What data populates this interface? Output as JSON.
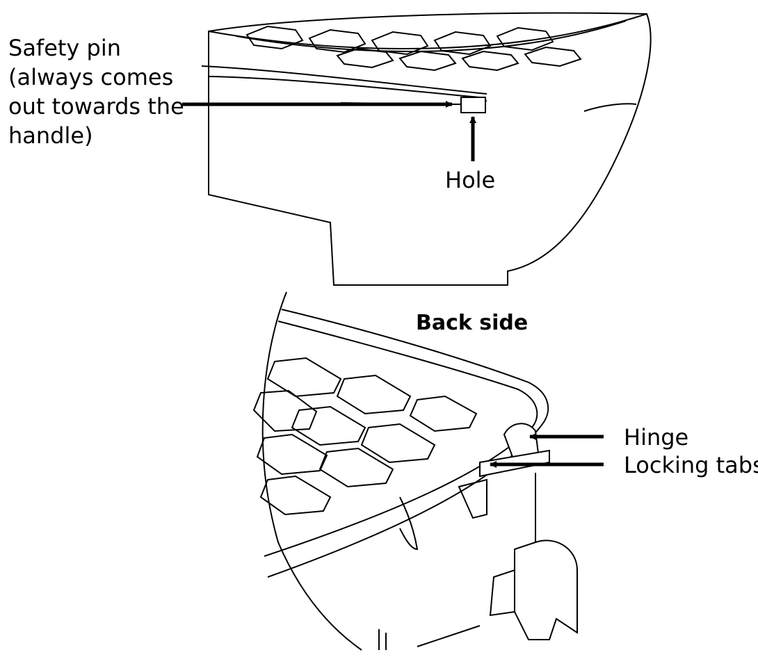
{
  "labels": {
    "safety_pin": [
      "Safety pin",
      "(always comes",
      "out towards the",
      "handle)"
    ],
    "hole": "Hole",
    "back_side": "Back side",
    "hinge": "Hinge",
    "locking_tabs": "Locking tabs"
  },
  "colors": {
    "line": "#000000",
    "background": "#ffffff"
  }
}
